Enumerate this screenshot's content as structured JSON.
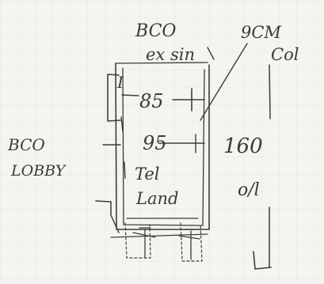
{
  "labels": {
    "top_note_line1": "BCO",
    "top_note_line2": "ex sin",
    "right_note_line1": "9CM",
    "right_note_line2": "Col",
    "side_note_line1": "BCO",
    "side_note_line2": "LOBBY",
    "dimension_upper": "85",
    "dimension_middle": "95",
    "central_label_line1": "Tel",
    "central_label_line2": "Land",
    "overall_height_line1": "160",
    "overall_height_line2": "o/l",
    "section_mark": "I"
  },
  "colors": {
    "ink": "#3c3c3c",
    "paper": "#f5f4f0"
  }
}
